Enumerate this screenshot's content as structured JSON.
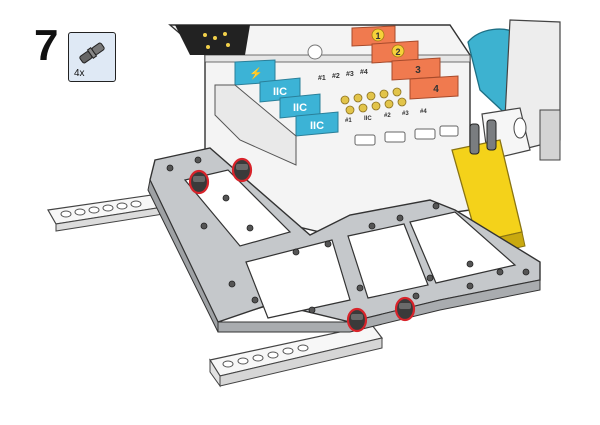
{
  "step": {
    "number": "7"
  },
  "parts_list": {
    "quantity": "4x",
    "part_icon": "axle-pin-icon"
  },
  "controller": {
    "ports_left": [
      "IIC",
      "IIC",
      "IIC"
    ],
    "ports_right": [
      "1",
      "2",
      "3",
      "4"
    ],
    "pin_labels_top": [
      "#1",
      "#2",
      "#3",
      "#4"
    ],
    "pin_labels_bottom": [
      "#1",
      "IIC",
      "#2",
      "#3",
      "#4"
    ]
  },
  "colors": {
    "pin_highlight": "#d8232a",
    "port_left": "#3cb3d6",
    "port_right": "#f07a4f",
    "frame": "#b9bcbf",
    "beam_yellow": "#f4d21a",
    "motor_teal": "#3db2d0"
  }
}
